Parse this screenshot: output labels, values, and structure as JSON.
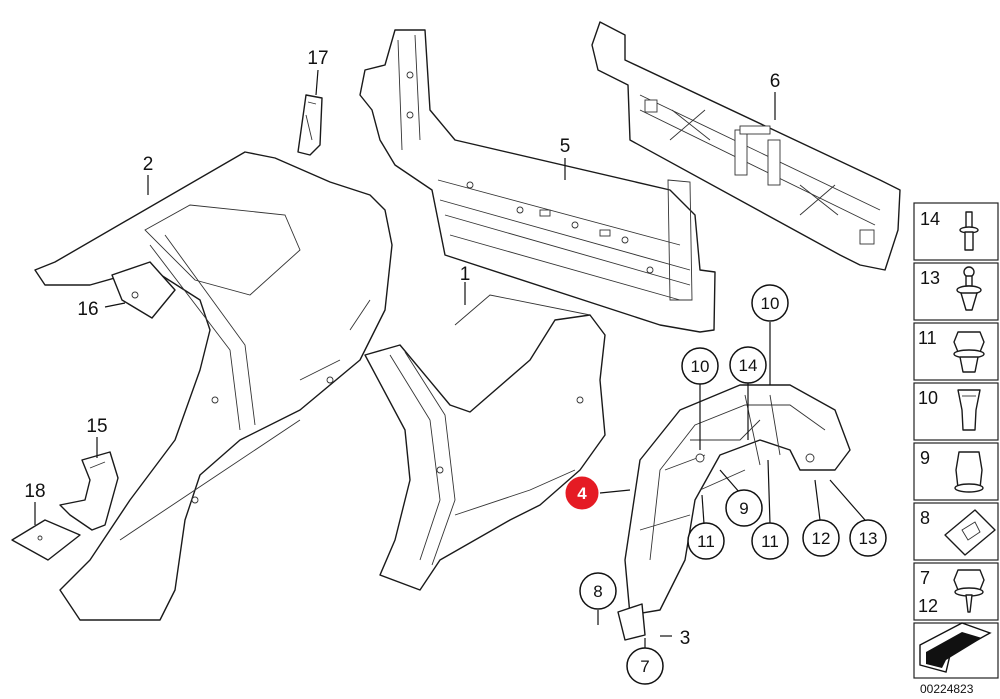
{
  "labels": [
    {
      "id": "1",
      "text": "1"
    },
    {
      "id": "2",
      "text": "2"
    },
    {
      "id": "3",
      "text": "3"
    },
    {
      "id": "5",
      "text": "5"
    },
    {
      "id": "6",
      "text": "6"
    },
    {
      "id": "15",
      "text": "15"
    },
    {
      "id": "16",
      "text": "16"
    },
    {
      "id": "17",
      "text": "17"
    },
    {
      "id": "18",
      "text": "18"
    }
  ],
  "callouts": [
    {
      "id": "10a",
      "text": "10"
    },
    {
      "id": "10b",
      "text": "10"
    },
    {
      "id": "14",
      "text": "14"
    },
    {
      "id": "9",
      "text": "9"
    },
    {
      "id": "11a",
      "text": "11"
    },
    {
      "id": "11b",
      "text": "11"
    },
    {
      "id": "12",
      "text": "12"
    },
    {
      "id": "13",
      "text": "13"
    },
    {
      "id": "8",
      "text": "8"
    },
    {
      "id": "7",
      "text": "7"
    }
  ],
  "highlight": {
    "text": "4",
    "color": "#e51b24"
  },
  "sidebar": [
    {
      "text": "14"
    },
    {
      "text": "13"
    },
    {
      "text": "11"
    },
    {
      "text": "10"
    },
    {
      "text": "9"
    },
    {
      "text": "8"
    },
    {
      "text": "7",
      "text2": "12"
    }
  ],
  "figure_id": "00224823"
}
